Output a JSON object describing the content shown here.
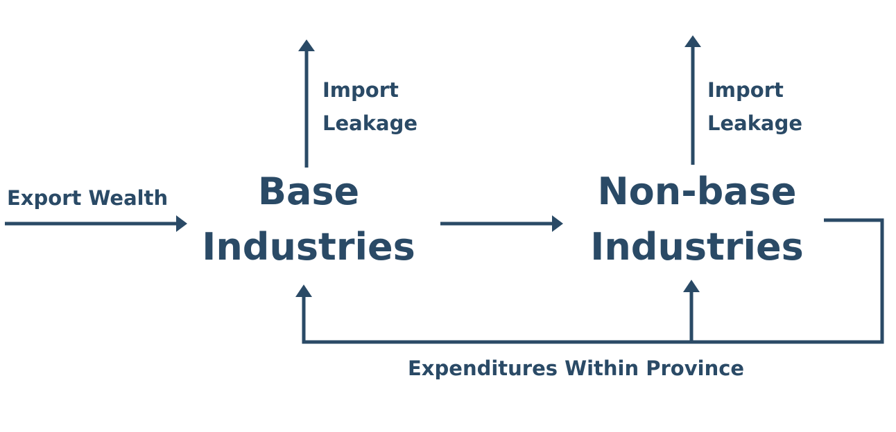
{
  "diagram": {
    "accent_color": "#2a4a66",
    "export_wealth": "Export Wealth",
    "base_industries": {
      "line1": "Base",
      "line2": "Industries"
    },
    "nonbase_industries": {
      "line1": "Non-base",
      "line2": "Industries"
    },
    "import_leakage_left": {
      "line1": "Import",
      "line2": "Leakage"
    },
    "import_leakage_right": {
      "line1": "Import",
      "line2": "Leakage"
    },
    "expenditures": "Expenditures Within Province"
  }
}
